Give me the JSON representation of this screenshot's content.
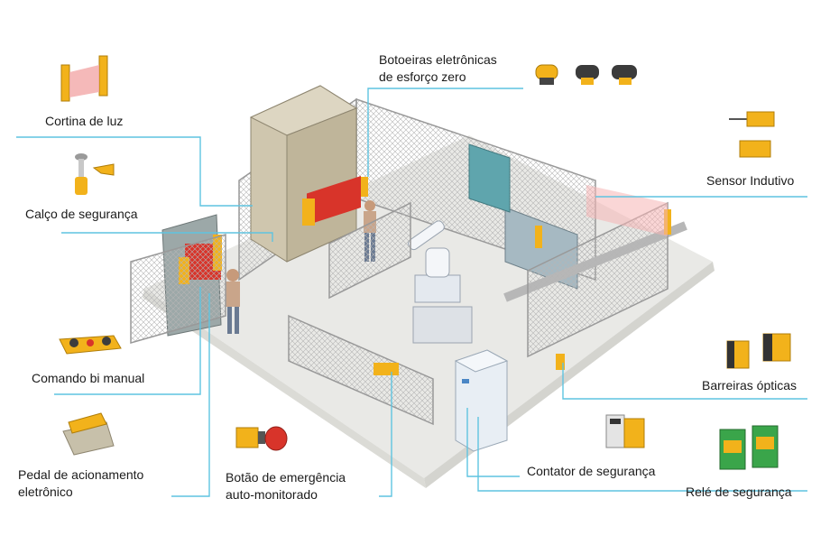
{
  "labels": {
    "cortina": "Cortina de luz",
    "calco": "Calço de segurança",
    "comando": "Comando bi manual",
    "pedal_1": "Pedal de acionamento",
    "pedal_2": "eletrônico",
    "botoeiras_1": "Botoeiras eletrônicas",
    "botoeiras_2": "de esforço zero",
    "emergencia_1": "Botão de emergência",
    "emergencia_2": "auto-monitorado",
    "sensor": "Sensor Indutivo",
    "barreiras": "Barreiras ópticas",
    "contator": "Contator de segurança",
    "rele": "Relé de segurança"
  },
  "colors": {
    "callout_line": "#5fc4e0",
    "safety_yellow": "#f2b21b",
    "device_red": "#d8342a",
    "device_green": "#3aa54a",
    "floor": "#e9e9e6",
    "fence": "#9c9c9c",
    "machine": "#cfc6ae"
  },
  "icons": {
    "cortina": "light-curtain-icon",
    "calco": "safety-wedge-icon",
    "comando": "two-hand-control-icon",
    "pedal": "foot-pedal-icon",
    "botoeiras": "zero-force-buttons-icon",
    "emergencia": "emergency-stop-icon",
    "sensor": "inductive-sensor-icon",
    "barreiras": "optical-barrier-icon",
    "contator": "safety-contactor-icon",
    "rele": "safety-relay-icon"
  }
}
